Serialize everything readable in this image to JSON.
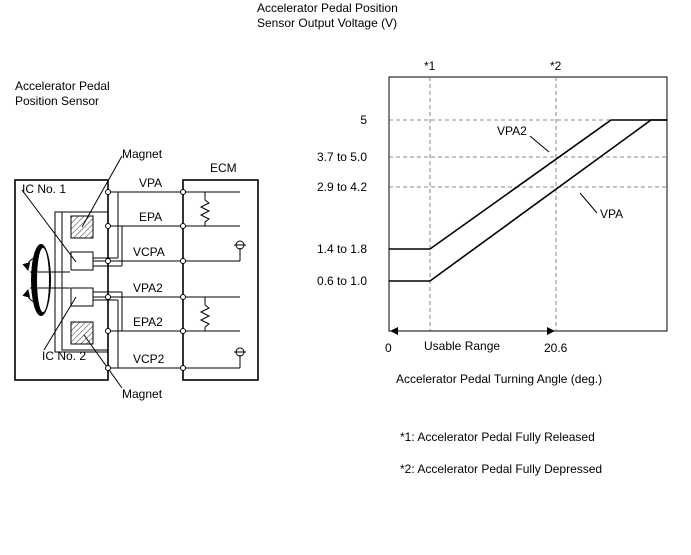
{
  "left": {
    "sensor_title_line1": "Accelerator Pedal",
    "sensor_title_line2": "Position Sensor",
    "magnet_top": "Magnet",
    "magnet_bottom": "Magnet",
    "ic1": "IC No. 1",
    "ic2": "IC No. 2",
    "ecm": "ECM",
    "wires": [
      "VPA",
      "EPA",
      "VCPA",
      "VPA2",
      "EPA2",
      "VCP2"
    ]
  },
  "graph": {
    "ylabel_line1": "Accelerator Pedal Position",
    "ylabel_line2": "Sensor Output Voltage (V)",
    "xlabel": "Accelerator Pedal Turning Angle (deg.)",
    "marker1": "*1",
    "marker2": "*2",
    "y_ticks": [
      "5",
      "3.7 to 5.0",
      "2.9 to 4.2",
      "1.4 to 1.8",
      "0.6 to 1.0"
    ],
    "x_start": "0",
    "x_end": "20.6",
    "usable_range": "Usable Range",
    "series_vpa2": "VPA2",
    "series_vpa": "VPA"
  },
  "notes": {
    "note1": "*1: Accelerator Pedal Fully Released",
    "note2": "*2: Accelerator Pedal Fully Depressed"
  }
}
